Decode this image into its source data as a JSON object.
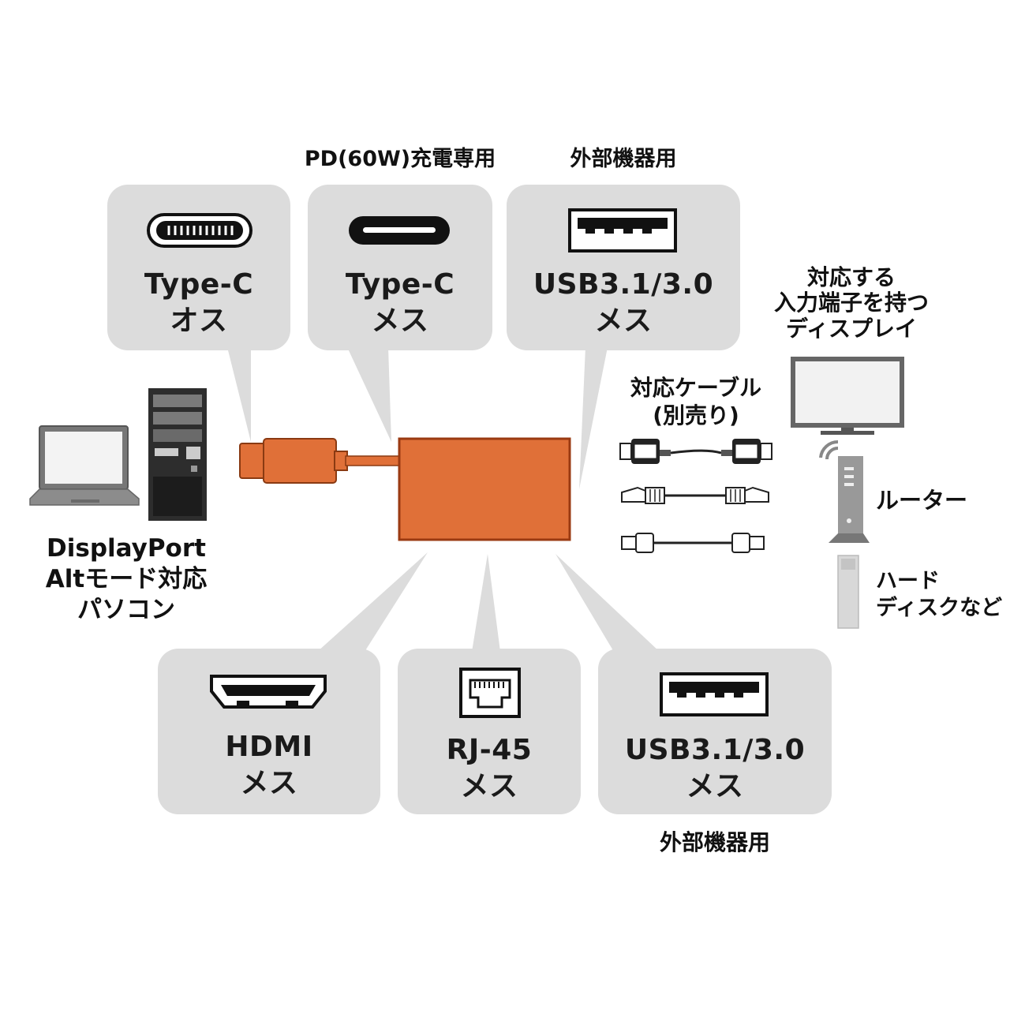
{
  "ports_top": [
    {
      "label": "Type-C\nオス",
      "note": ""
    },
    {
      "label": "Type-C\nメス",
      "note": "PD(60W)充電専用"
    },
    {
      "label": "USB3.1/3.0\nメス",
      "note": "外部機器用"
    }
  ],
  "ports_bottom": [
    {
      "label": "HDMI\nメス",
      "note": ""
    },
    {
      "label": "RJ-45\nメス",
      "note": ""
    },
    {
      "label": "USB3.1/3.0\nメス",
      "note": "外部機器用"
    }
  ],
  "pc_label": "DisplayPort\nAltモード対応\nパソコン",
  "cable_label": "対応ケーブル\n(別売り)",
  "display_label": "対応する\n入力端子を持つ\nディスプレイ",
  "router_label": "ルーター",
  "hdd_label": "ハード\nディスクなど",
  "colors": {
    "adapter": "#e07038",
    "adapter_stroke": "#9a3a12",
    "bubble": "#dcdcdc",
    "device_gray": "#8a8a8a"
  },
  "icons": [
    "usb-c-male-icon",
    "usb-c-female-icon",
    "usb-a-port-icon",
    "hdmi-port-icon",
    "rj45-port-icon",
    "laptop-icon",
    "desktop-tower-icon",
    "monitor-icon",
    "router-icon",
    "hdd-icon",
    "hdmi-cable-icon",
    "lan-cable-icon",
    "usb-cable-icon"
  ]
}
